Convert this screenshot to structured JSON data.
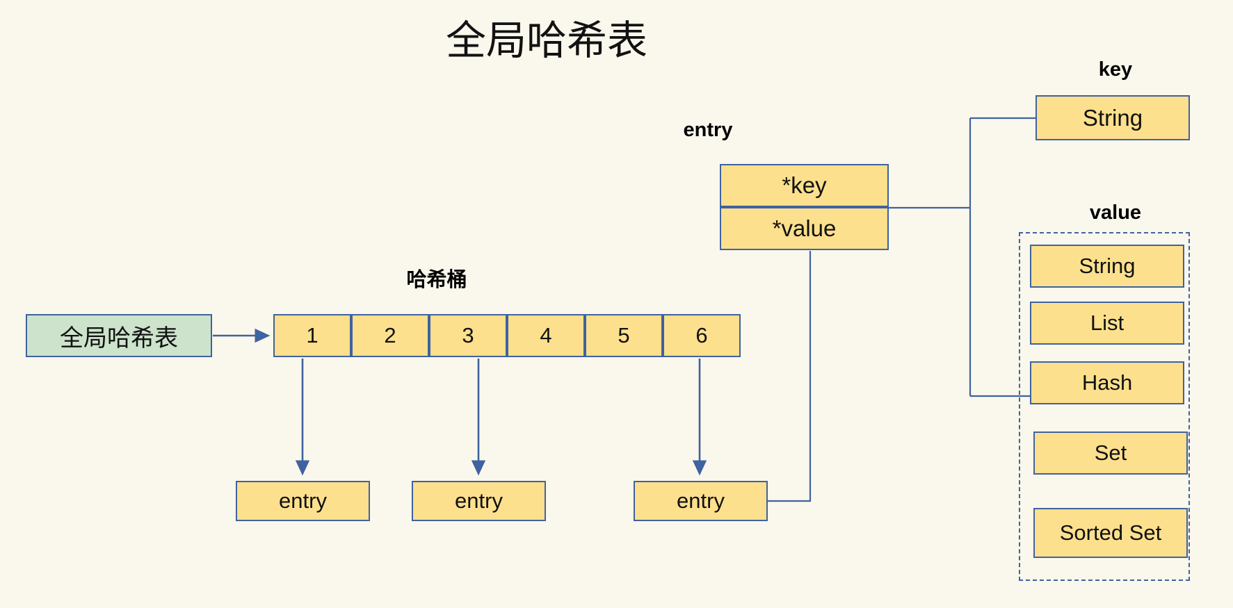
{
  "title": "全局哈希表",
  "source_box": {
    "label": "全局哈希表"
  },
  "hash_bucket": {
    "caption": "哈希桶",
    "cells": [
      "1",
      "2",
      "3",
      "4",
      "5",
      "6"
    ]
  },
  "entry_leaves": [
    {
      "label": "entry"
    },
    {
      "label": "entry"
    },
    {
      "label": "entry"
    }
  ],
  "entry_struct": {
    "caption": "entry",
    "fields": [
      {
        "label": "*key"
      },
      {
        "label": "*value"
      }
    ]
  },
  "key_group": {
    "caption": "key",
    "types": [
      "String"
    ]
  },
  "value_group": {
    "caption": "value",
    "types": [
      "String",
      "List",
      "Hash",
      "Set",
      "Sorted Set"
    ]
  },
  "colors": {
    "background": "#faf7ec",
    "node_fill": "#fce08d",
    "node_border": "#3f62a0",
    "source_fill": "#cde3cc",
    "connector": "#3f62a0",
    "text": "#111111"
  }
}
